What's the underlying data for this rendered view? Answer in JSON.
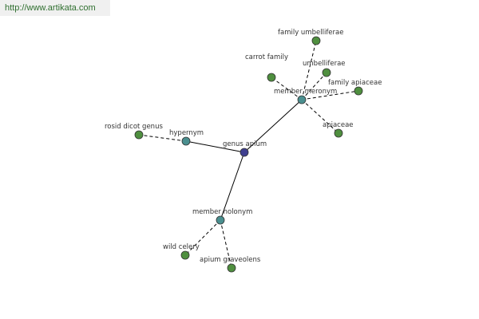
{
  "header": {
    "source_url": "http://www.artikata.com"
  },
  "colors": {
    "center": "#3f3f8f",
    "relation": "#4a8f8f",
    "leaf": "#4f8f3f",
    "stroke": "#333333",
    "edge": "#000000"
  },
  "graph": {
    "center": {
      "label": "genus apium"
    },
    "relations": [
      {
        "id": "hypernym",
        "label": "hypernym",
        "leaves": [
          {
            "label": "rosid dicot genus"
          }
        ]
      },
      {
        "id": "member-meronym",
        "label": "member meronym",
        "leaves": [
          {
            "label": "family umbelliferae"
          },
          {
            "label": "carrot family"
          },
          {
            "label": "umbelliferae"
          },
          {
            "label": "family apiaceae"
          },
          {
            "label": "apiaceae"
          }
        ]
      },
      {
        "id": "member-holonym",
        "label": "member holonym",
        "leaves": [
          {
            "label": "wild celery"
          },
          {
            "label": "apium graveolens"
          }
        ]
      }
    ]
  }
}
